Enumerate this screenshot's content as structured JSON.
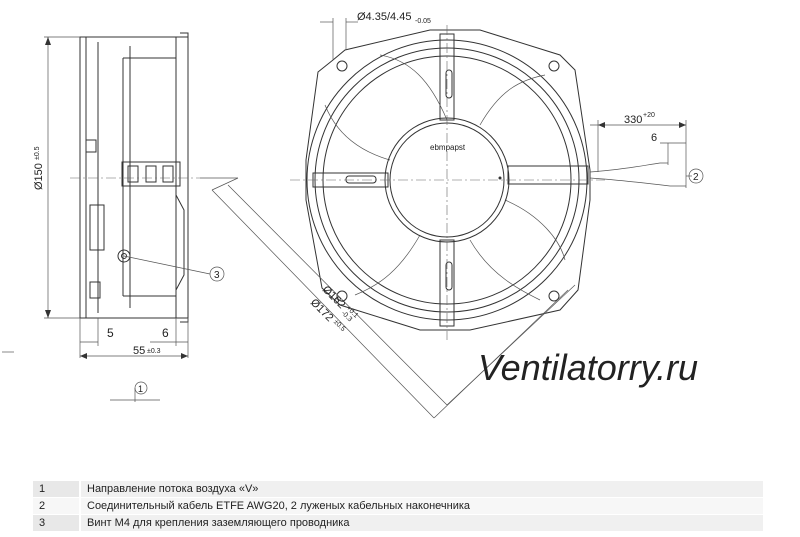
{
  "drawing": {
    "dims": {
      "hole_main": "Ø4.35/4.45",
      "hole_tol": "-0.05",
      "cable_len": "330",
      "cable_len_tol": "+20",
      "strip_len": "6",
      "dia_150": "Ø150",
      "dia_150_tol": "±0.5",
      "dia_162": "Ø162",
      "dia_162_tol_up": "+0.1",
      "dia_162_tol_dn": "-0.3",
      "dia_172": "Ø172",
      "dia_172_tol": "±0.5",
      "side_5": "5",
      "side_6": "6",
      "depth_55": "55",
      "depth_55_tol": "±0.3"
    },
    "brand_label": "ebmpapst",
    "callouts": [
      "1",
      "2",
      "3"
    ],
    "watermark": "Ventilatorry.ru"
  },
  "legend": [
    {
      "num": "1",
      "text": "Направление потока воздуха «V»"
    },
    {
      "num": "2",
      "text": "Соединительный кабель ETFE AWG20, 2 луженых кабельных наконечника"
    },
    {
      "num": "3",
      "text": "Винт М4 для крепления заземляющего проводника"
    }
  ]
}
